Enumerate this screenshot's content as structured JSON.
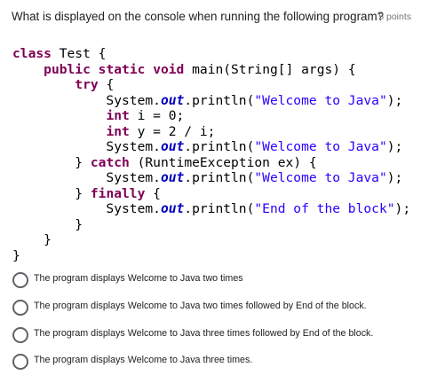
{
  "question": {
    "text": "What is displayed on the console when running the following program?",
    "points": "5 points"
  },
  "code": {
    "lines": [
      "class Test {",
      "    public static void main(String[] args) {",
      "        try {",
      "            System.out.println(\"Welcome to Java\");",
      "            int i = 0;",
      "            int y = 2 / i;",
      "            System.out.println(\"Welcome to Java\");",
      "        } catch (RuntimeException ex) {",
      "            System.out.println(\"Welcome to Java\");",
      "        } finally {",
      "            System.out.println(\"End of the block\");",
      "        }",
      "    }",
      "}"
    ]
  },
  "options": [
    {
      "label": "The program displays Welcome to Java two times"
    },
    {
      "label": "The program displays Welcome to Java two times followed by End of the block."
    },
    {
      "label": "The program displays Welcome to Java three times followed by End of the block."
    },
    {
      "label": "The program displays Welcome to Java three times."
    }
  ]
}
